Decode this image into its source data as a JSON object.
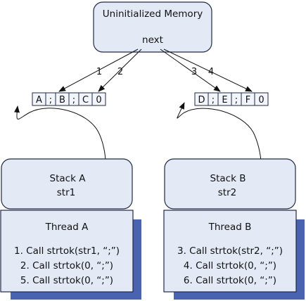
{
  "memory": {
    "title": "Uninitialized Memory",
    "pointer_label": "next"
  },
  "string_a": {
    "cells": [
      "A",
      ";",
      "B",
      ";",
      "C",
      "0"
    ]
  },
  "string_b": {
    "cells": [
      "D",
      ";",
      "E",
      ";",
      "F",
      "0"
    ]
  },
  "arrows": {
    "labels": [
      "1",
      "2",
      "3",
      "4"
    ]
  },
  "stack_a": {
    "title": "Stack A",
    "var": "str1"
  },
  "stack_b": {
    "title": "Stack B",
    "var": "str2"
  },
  "thread_a": {
    "title": "Thread A",
    "calls": [
      "1. Call strtok(str1, “;”)",
      "2. Call strtok(0, “;”)",
      "5. Call strtok(0, “;”)"
    ]
  },
  "thread_b": {
    "title": "Thread B",
    "calls": [
      "3. Call strtok(str2, “;”)",
      "4. Call strtok(0, “;”)",
      "6. Call strtok(0, “;”)"
    ]
  },
  "colors": {
    "box_fill": "#e3e9f5",
    "box_stroke": "#1f2a44",
    "shadow": "#4a63b0",
    "cell_fill": "#f2f5fb"
  }
}
